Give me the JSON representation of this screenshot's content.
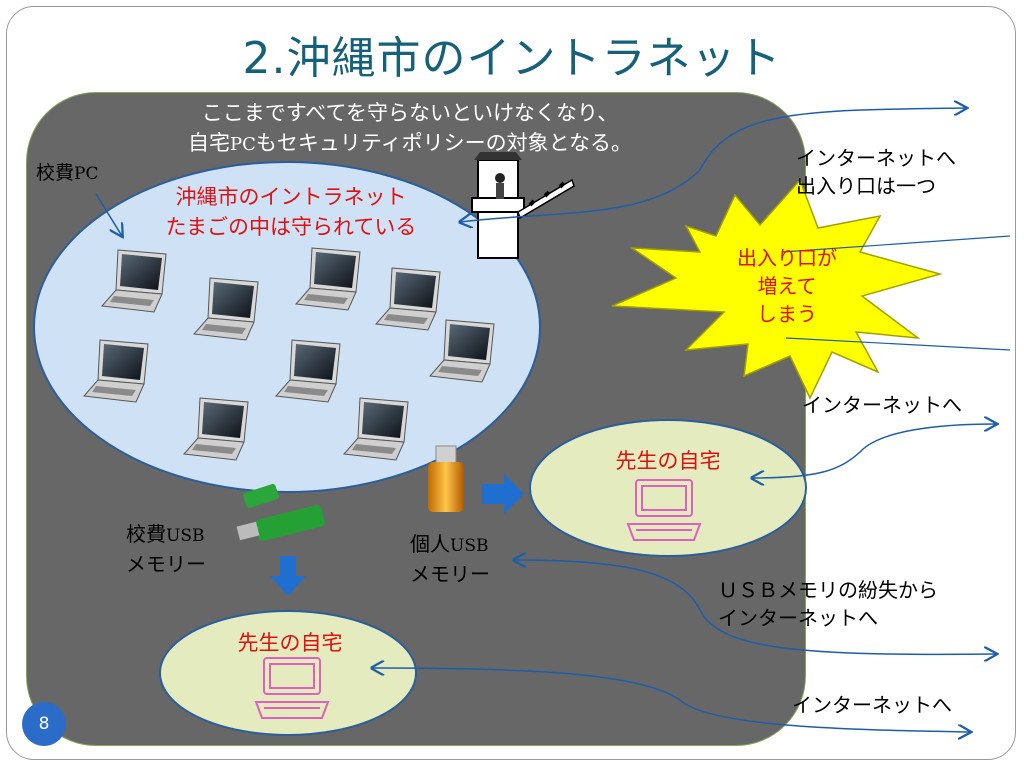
{
  "slide": {
    "title": "2.沖縄市のイントラネット",
    "page_number": "8"
  },
  "caption": {
    "line1": "ここまですべてを守らないといけなくなり、",
    "line2_a": "自宅",
    "line2_b": "PC",
    "line2_c": "もセキュリティポリシーの対象となる。"
  },
  "school_pc": {
    "label_a": "校費",
    "label_b": "PC"
  },
  "intranet": {
    "line1": "沖縄市のイントラネット",
    "line2": "たまごの中は守られている"
  },
  "gateway": {
    "line1": "インターネットへ",
    "line2": "出入り口は一つ"
  },
  "burst": {
    "line1": "出入り口が",
    "line2": "増えて",
    "line3": "しまう"
  },
  "internet_label_1": "インターネットへ",
  "teacher_home_1": {
    "label": "先生の自宅"
  },
  "teacher_home_2": {
    "label": "先生の自宅"
  },
  "school_usb": {
    "label_a": "校費",
    "label_b": "USB",
    "line2": "メモリー"
  },
  "personal_usb": {
    "label_a": "個人",
    "label_b": "USB",
    "line2": "メモリー"
  },
  "usb_loss": {
    "line1": "ＵＳＢメモリの紛失から",
    "line2": "インターネットへ"
  },
  "internet_label_2": "インターネットへ",
  "colors": {
    "title": "#17607a",
    "gray_region": "#676767",
    "egg": "#cfe2f5",
    "home_ellipse": "#e4ecbf",
    "burst": "#ffff00",
    "red_text": "#e01010",
    "arrow_blue": "#1f6fd1",
    "laptop_pink": "#e060c0"
  }
}
